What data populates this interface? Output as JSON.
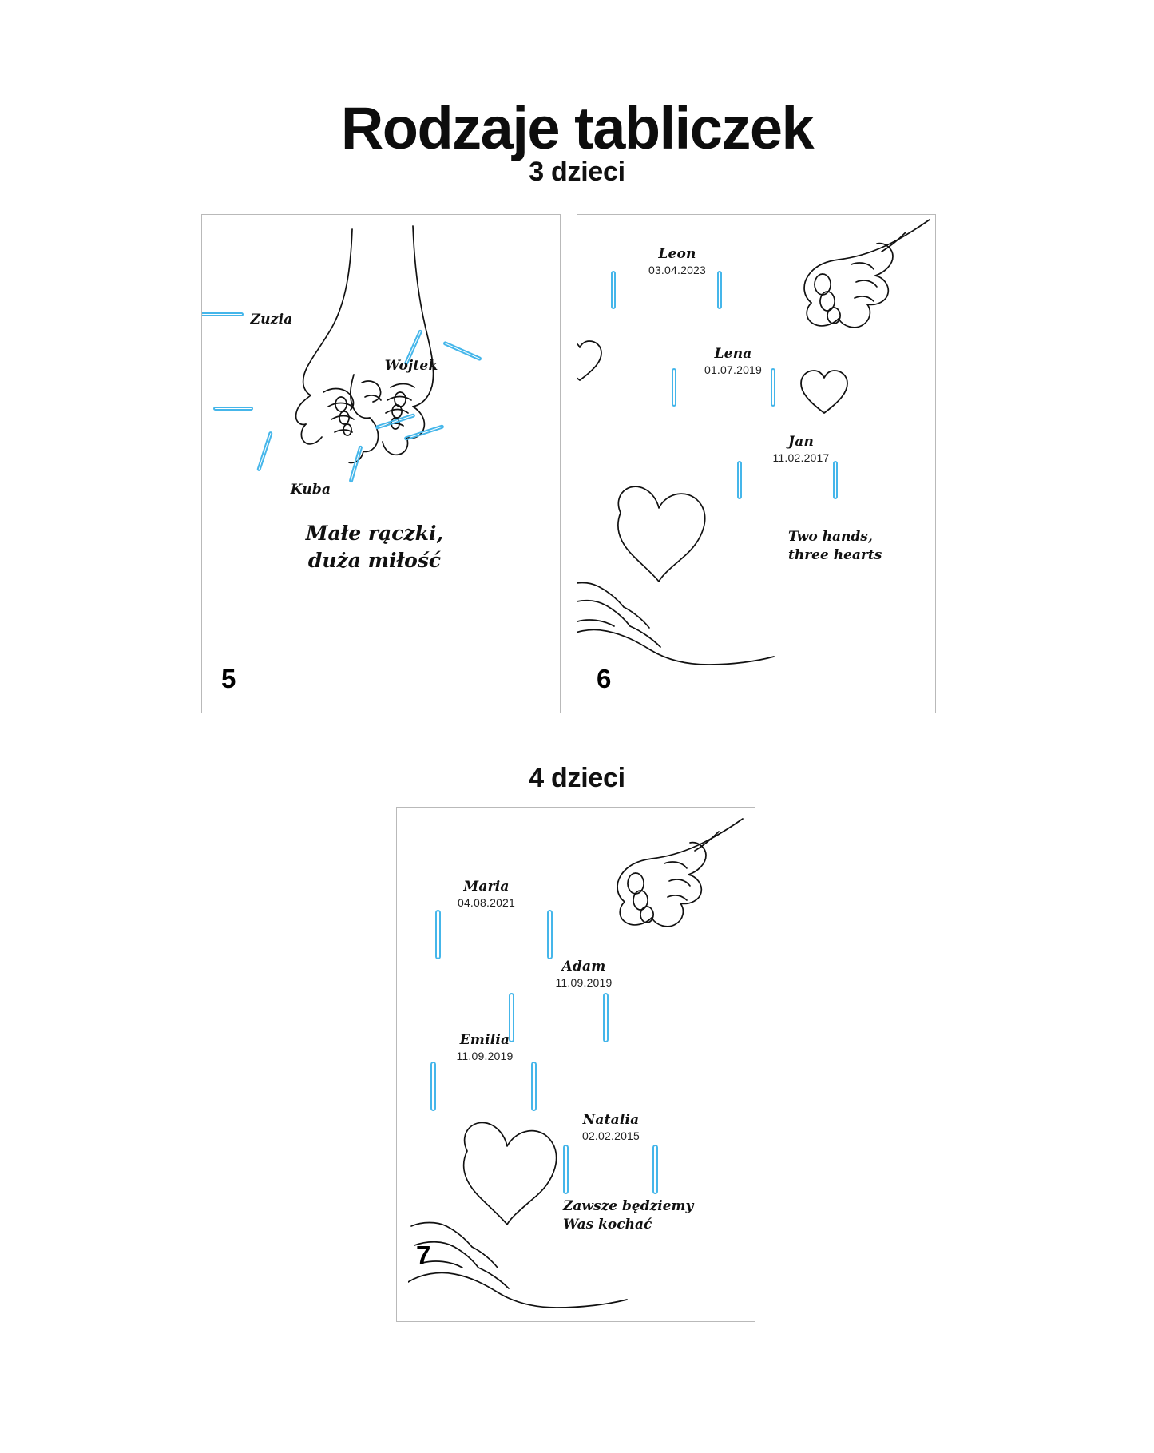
{
  "page": {
    "title": "Rodzaje tabliczek",
    "background_color": "#ffffff",
    "accent_color": "#45b6ea",
    "text_color": "#111111"
  },
  "sections": [
    {
      "id": "three-children",
      "title": "3 dzieci"
    },
    {
      "id": "four-children",
      "title": "4 dzieci"
    }
  ],
  "cards": [
    {
      "number": "5",
      "section": "3 dzieci",
      "art": "two-adult-hands-holding-child-hand",
      "names": [
        {
          "name": "Zuzia",
          "date": ""
        },
        {
          "name": "Wojtek",
          "date": ""
        },
        {
          "name": "Kuba",
          "date": ""
        }
      ],
      "motto": "Małe rączki,\nduża miłość"
    },
    {
      "number": "6",
      "section": "3 dzieci",
      "art": "hand-with-heart-and-open-palm",
      "names": [
        {
          "name": "Leon",
          "date": "03.04.2023"
        },
        {
          "name": "Lena",
          "date": "01.07.2019"
        },
        {
          "name": "Jan",
          "date": "11.02.2017"
        }
      ],
      "motto": "Two hands,\nthree hearts"
    },
    {
      "number": "7",
      "section": "4 dzieci",
      "art": "hand-with-heart-and-open-palm",
      "names": [
        {
          "name": "Maria",
          "date": "04.08.2021"
        },
        {
          "name": "Adam",
          "date": "11.09.2019"
        },
        {
          "name": "Emilia",
          "date": "11.09.2019"
        },
        {
          "name": "Natalia",
          "date": "02.02.2015"
        }
      ],
      "motto": "Zawsze będziemy\nWas kochać"
    }
  ]
}
